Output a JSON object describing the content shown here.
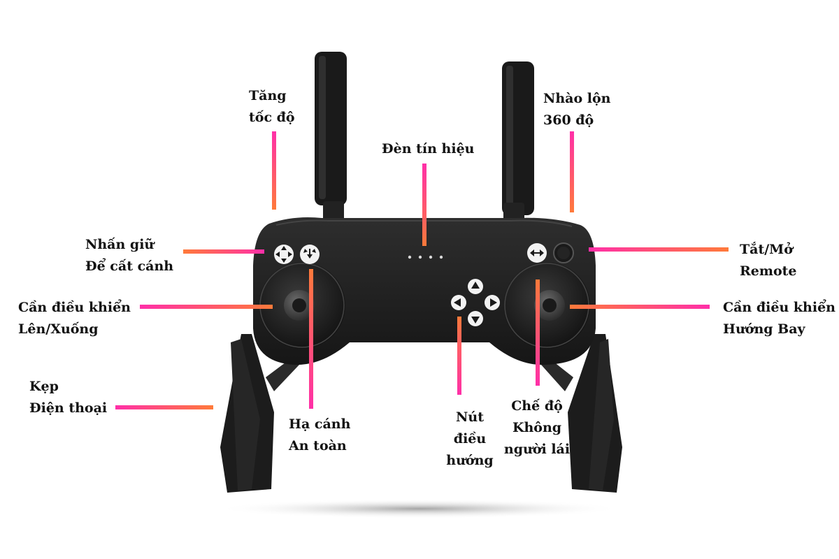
{
  "colors": {
    "pointer_pink": "#ff2fa8",
    "pointer_orange": "#ff7a3a",
    "body": "#1e1e1e",
    "body_highlight": "#3a3a3a",
    "text": "#111111",
    "led": "#d9d9d9"
  },
  "labels": {
    "speed": [
      "Tăng",
      "tốc độ"
    ],
    "flip": [
      "Nhào lộn",
      "360 độ"
    ],
    "signal_light": [
      "Đèn tín hiệu"
    ],
    "takeoff": [
      "Nhấn giữ",
      "Để cất cánh"
    ],
    "power": [
      "Tắt/Mở",
      "Remote"
    ],
    "left_stick": [
      "Cần điều khiển",
      "Lên/Xuống"
    ],
    "right_stick": [
      "Cần điều khiển",
      "Hướng Bay"
    ],
    "phone_clamp": [
      "Kẹp",
      "Điện thoại"
    ],
    "safe_landing": [
      "Hạ cánh",
      "An toàn"
    ],
    "dpad": [
      "Nút",
      "điều",
      "hướng"
    ],
    "headless": [
      "Chế độ",
      "Không",
      "người lái"
    ]
  },
  "icons": {
    "takeoff_button": "takeoff-arrows-icon",
    "landing_button": "landing-arrows-icon",
    "flip_button": "flip-icon",
    "power_button": "power-button-icon",
    "dpad_up": "arrow-up-icon",
    "dpad_down": "arrow-down-icon",
    "dpad_left": "arrow-left-icon",
    "dpad_right": "arrow-right-icon"
  }
}
